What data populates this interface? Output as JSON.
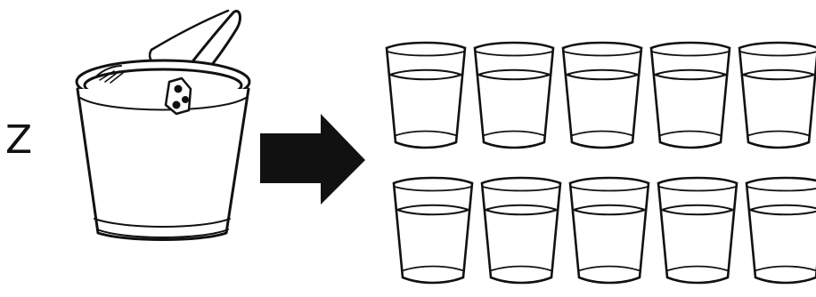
{
  "label": "Z",
  "icons": {
    "bucket": "bucket-icon",
    "arrow": "arrow-right-icon",
    "glass": "glass-of-water-icon"
  },
  "glass_rows": [
    {
      "count": 5
    },
    {
      "count": 5
    }
  ],
  "colors": {
    "ink": "#111111",
    "background": "#ffffff"
  }
}
